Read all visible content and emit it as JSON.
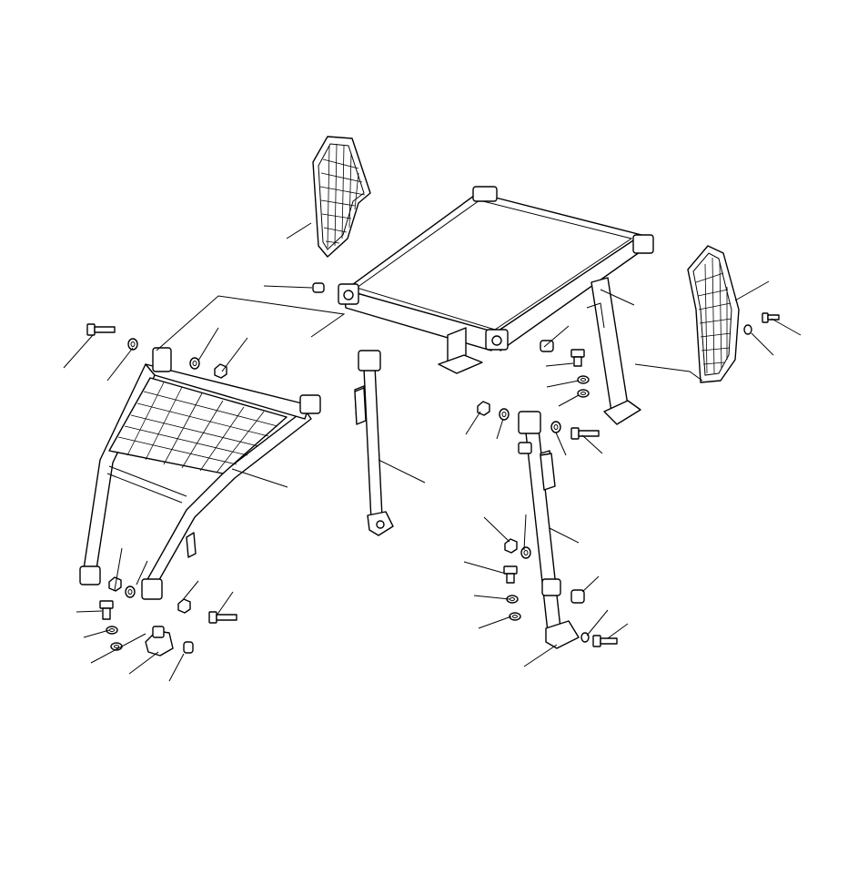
{
  "diagram": {
    "kind": "exploded-parts-view",
    "colors": {
      "line": "#000000",
      "background": "#ffffff"
    },
    "parts": [
      "left-side-screen",
      "right-side-screen",
      "roof-frame",
      "front-guard-frame",
      "center-post",
      "right-post",
      "bolt",
      "washer",
      "nut",
      "bracket",
      "spacer",
      "handle"
    ],
    "labels": []
  }
}
